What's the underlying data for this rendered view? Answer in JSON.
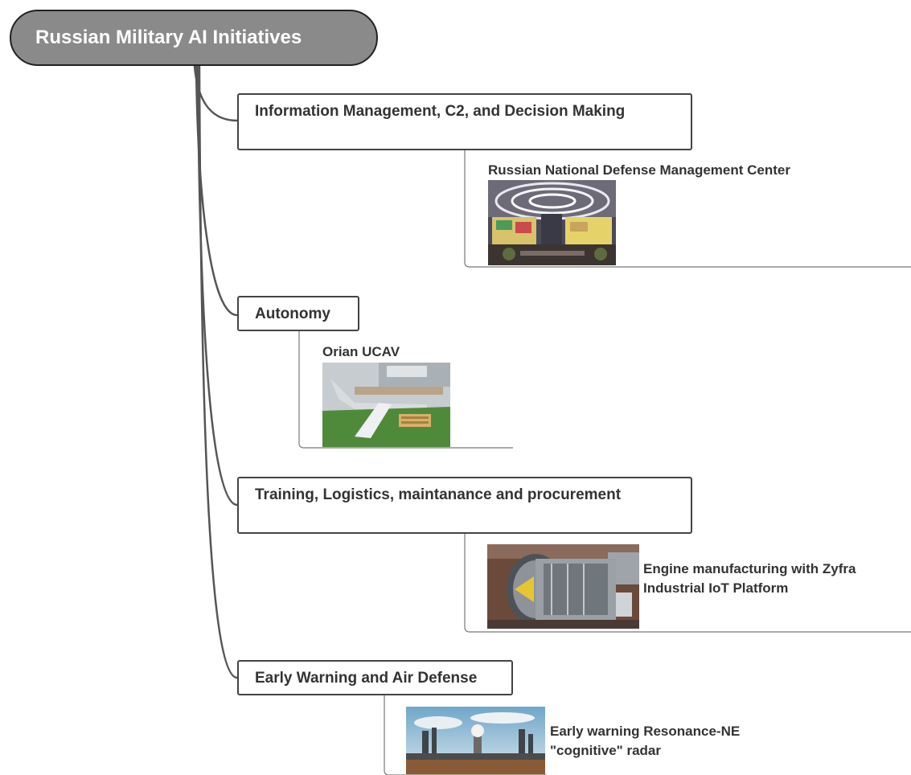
{
  "root": {
    "title": "Russian Military AI Initiatives"
  },
  "topics": [
    {
      "title": "Information Management, C2, and Decision Making",
      "children": [
        {
          "caption": "Russian National Defense Management Center",
          "image": "control-room-photo"
        }
      ]
    },
    {
      "title": "Autonomy",
      "children": [
        {
          "caption": "Orian UCAV",
          "image": "drone-photo"
        }
      ]
    },
    {
      "title": "Training, Logistics, maintanance and procurement",
      "children": [
        {
          "caption": "Engine manufacturing with Zyfra Industrial IoT Platform",
          "image": "jet-engine-photo"
        }
      ]
    },
    {
      "title": "Early Warning and Air Defense",
      "children": [
        {
          "caption": "Early warning Resonance-NE \"cognitive\" radar",
          "image": "radar-towers-photo"
        }
      ]
    }
  ]
}
